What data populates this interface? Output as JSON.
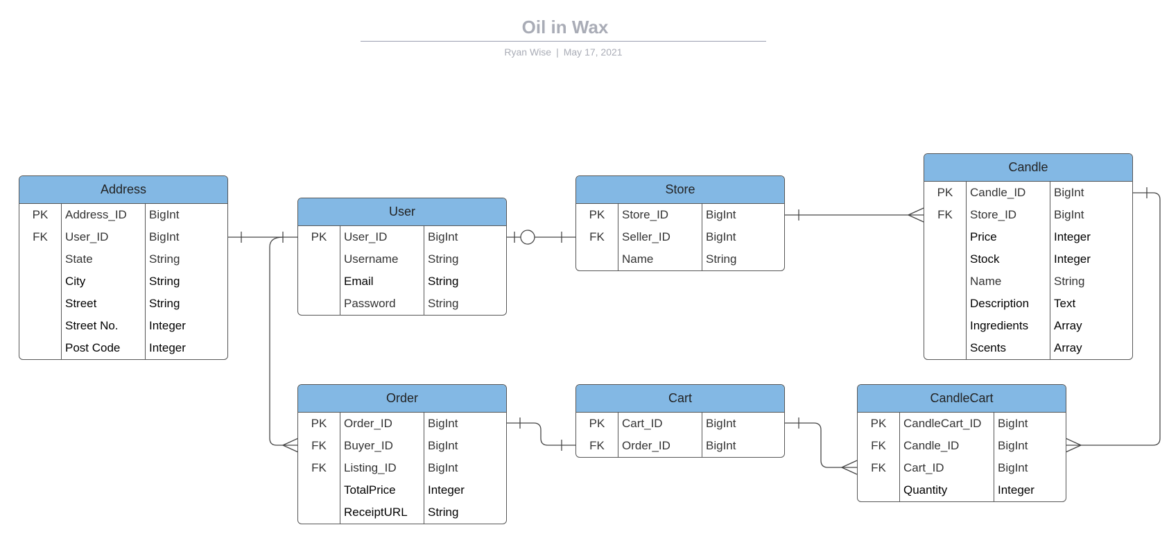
{
  "header": {
    "title": "Oil in Wax",
    "author": "Ryan Wise",
    "separator": "|",
    "date": "May 17, 2021"
  },
  "colors": {
    "entity_header": "#83b8e4",
    "title": "#a9acb6",
    "border": "#555555"
  },
  "entities": {
    "address": {
      "name": "Address",
      "rows": [
        {
          "key": "PK",
          "field": "Address_ID",
          "type": "BigInt"
        },
        {
          "key": "FK",
          "field": "User_ID",
          "type": "BigInt"
        },
        {
          "key": "",
          "field": "State",
          "type": "String"
        },
        {
          "key": "",
          "field": "City",
          "type": "String"
        },
        {
          "key": "",
          "field": "Street",
          "type": "String"
        },
        {
          "key": "",
          "field": "Street No.",
          "type": "Integer"
        },
        {
          "key": "",
          "field": "Post Code",
          "type": "Integer"
        }
      ]
    },
    "user": {
      "name": "User",
      "rows": [
        {
          "key": "PK",
          "field": "User_ID",
          "type": "BigInt"
        },
        {
          "key": "",
          "field": "Username",
          "type": "String"
        },
        {
          "key": "",
          "field": "Email",
          "type": "String"
        },
        {
          "key": "",
          "field": "Password",
          "type": "String"
        }
      ]
    },
    "store": {
      "name": "Store",
      "rows": [
        {
          "key": "PK",
          "field": "Store_ID",
          "type": "BigInt"
        },
        {
          "key": "FK",
          "field": "Seller_ID",
          "type": "BigInt"
        },
        {
          "key": "",
          "field": "Name",
          "type": "String"
        }
      ]
    },
    "candle": {
      "name": "Candle",
      "rows": [
        {
          "key": "PK",
          "field": "Candle_ID",
          "type": "BigInt"
        },
        {
          "key": "FK",
          "field": "Store_ID",
          "type": "BigInt"
        },
        {
          "key": "",
          "field": "Price",
          "type": "Integer"
        },
        {
          "key": "",
          "field": "Stock",
          "type": "Integer"
        },
        {
          "key": "",
          "field": "Name",
          "type": "String"
        },
        {
          "key": "",
          "field": "Description",
          "type": "Text"
        },
        {
          "key": "",
          "field": "Ingredients",
          "type": "Array"
        },
        {
          "key": "",
          "field": "Scents",
          "type": "Array"
        }
      ]
    },
    "order": {
      "name": "Order",
      "rows": [
        {
          "key": "PK",
          "field": "Order_ID",
          "type": "BigInt"
        },
        {
          "key": "FK",
          "field": "Buyer_ID",
          "type": "BigInt"
        },
        {
          "key": "FK",
          "field": "Listing_ID",
          "type": "BigInt"
        },
        {
          "key": "",
          "field": "TotalPrice",
          "type": "Integer"
        },
        {
          "key": "",
          "field": "ReceiptURL",
          "type": "String"
        }
      ]
    },
    "cart": {
      "name": "Cart",
      "rows": [
        {
          "key": "PK",
          "field": "Cart_ID",
          "type": "BigInt"
        },
        {
          "key": "FK",
          "field": "Order_ID",
          "type": "BigInt"
        }
      ]
    },
    "candlecart": {
      "name": "CandleCart",
      "rows": [
        {
          "key": "PK",
          "field": "CandleCart_ID",
          "type": "BigInt"
        },
        {
          "key": "FK",
          "field": "Candle_ID",
          "type": "BigInt"
        },
        {
          "key": "FK",
          "field": "Cart_ID",
          "type": "BigInt"
        },
        {
          "key": "",
          "field": "Quantity",
          "type": "Integer"
        }
      ]
    }
  }
}
